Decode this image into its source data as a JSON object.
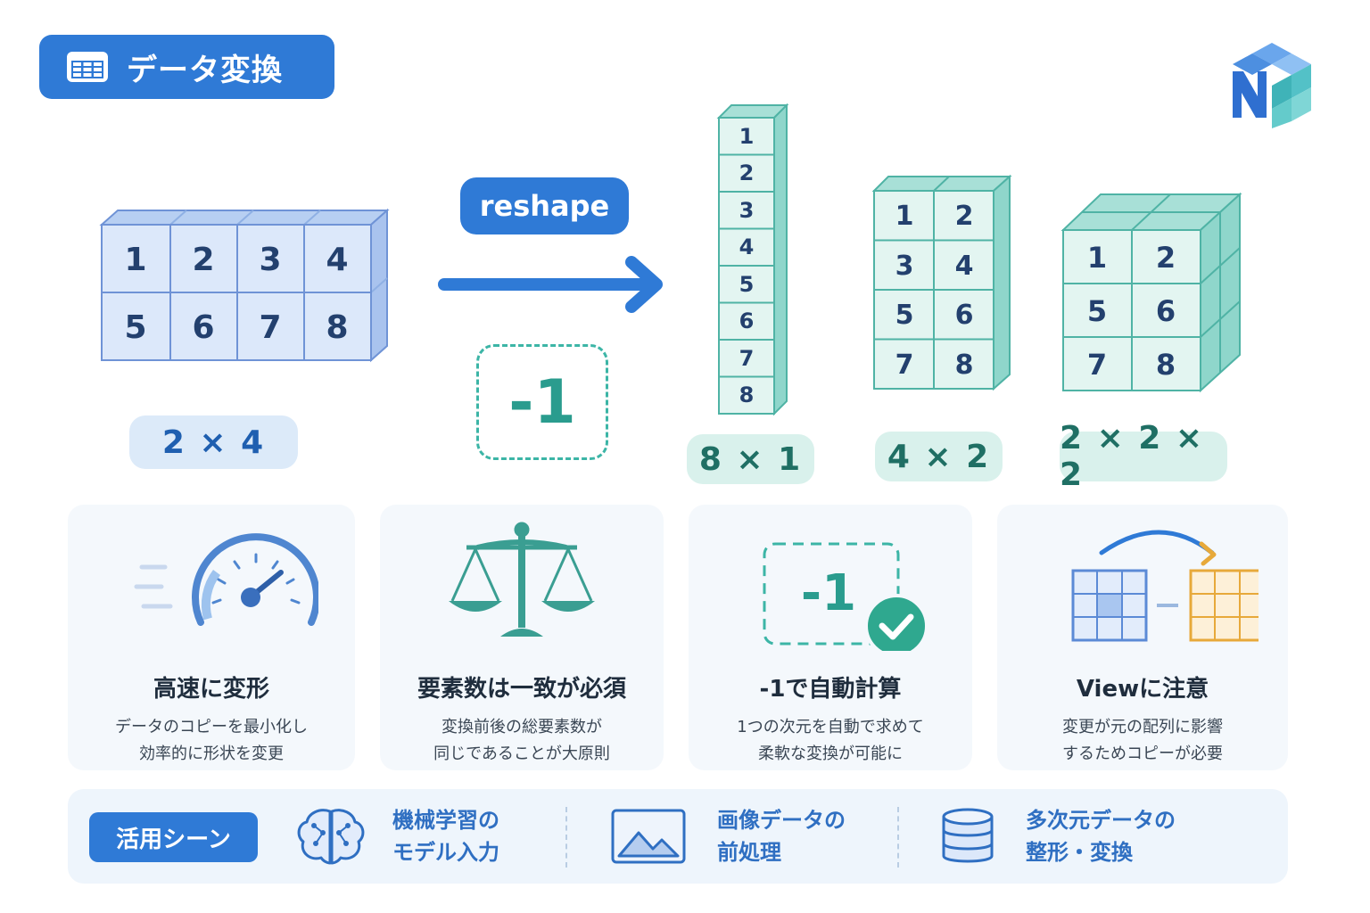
{
  "header": {
    "title": "データ変換"
  },
  "source": {
    "cells": [
      "1",
      "2",
      "3",
      "4",
      "5",
      "6",
      "7",
      "8"
    ],
    "shape": "2 × 4"
  },
  "operation": {
    "label": "reshape",
    "auto_dim": "-1"
  },
  "targets": [
    {
      "cells": [
        "1",
        "2",
        "3",
        "4",
        "5",
        "6",
        "7",
        "8"
      ],
      "shape": "8 × 1"
    },
    {
      "cells": [
        "1",
        "2",
        "3",
        "4",
        "5",
        "6",
        "7",
        "8"
      ],
      "shape": "4 × 2"
    },
    {
      "cells": [
        "1",
        "2",
        "5",
        "6",
        "7",
        "8"
      ],
      "shape": "2 × 2 × 2"
    }
  ],
  "cards": [
    {
      "title": "高速に変形",
      "desc": [
        "データのコピーを最小化し",
        "効率的に形状を変更"
      ]
    },
    {
      "title": "要素数は一致が必須",
      "desc": [
        "変換前後の総要素数が",
        "同じであることが大原則"
      ]
    },
    {
      "title": "-1で自動計算",
      "desc": [
        "1つの次元を自動で求めて",
        "柔軟な変換が可能に"
      ],
      "badge": "-1"
    },
    {
      "title": "Viewに注意",
      "desc": [
        "変更が元の配列に影響",
        "するためコピーが必要"
      ]
    }
  ],
  "usecases": {
    "label": "活用シーン",
    "items": [
      {
        "icon": "brain-icon",
        "lines": [
          "機械学習の",
          "モデル入力"
        ]
      },
      {
        "icon": "image-icon",
        "lines": [
          "画像データの",
          "前処理"
        ]
      },
      {
        "icon": "database-icon",
        "lines": [
          "多次元データの",
          "整形・変換"
        ]
      }
    ]
  },
  "colors": {
    "primary": "#2f7ad6",
    "source_fill": "#dce8fa",
    "target_fill": "#e3f5f1",
    "teal": "#3cb5a6"
  }
}
